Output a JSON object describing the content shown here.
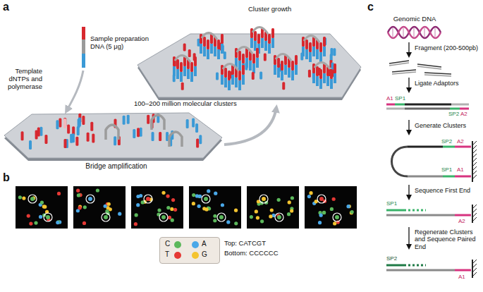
{
  "diagram": {
    "labels": [
      "a",
      "Sample preparation DNA (5 μg)",
      "Template dNTPs and polymerase",
      "Cluster growth",
      "100–200 million molecular clusters",
      "Bridge amplification",
      "b",
      "Top: CATCGT",
      "Bottom: CCCCCC",
      "c",
      "Genomic DNA",
      "Fragment (200-500pb)",
      "Ligate Adaptors",
      "A1",
      "SP1",
      "SP2",
      "A2",
      "Generate Clusters",
      "SP2",
      "A2",
      "SP1",
      "A1",
      "Sequence First End",
      "SP1",
      "A2",
      "Regenerate Clusters and Sequence Paired End",
      "SP2",
      "A1"
    ],
    "legend": [
      {
        "text": "C",
        "color": "#5cb85c"
      },
      {
        "text": "A",
        "color": "#4aa8e8"
      },
      {
        "text": "T",
        "color": "#e53935"
      },
      {
        "text": "G",
        "color": "#f4c430"
      }
    ]
  }
}
